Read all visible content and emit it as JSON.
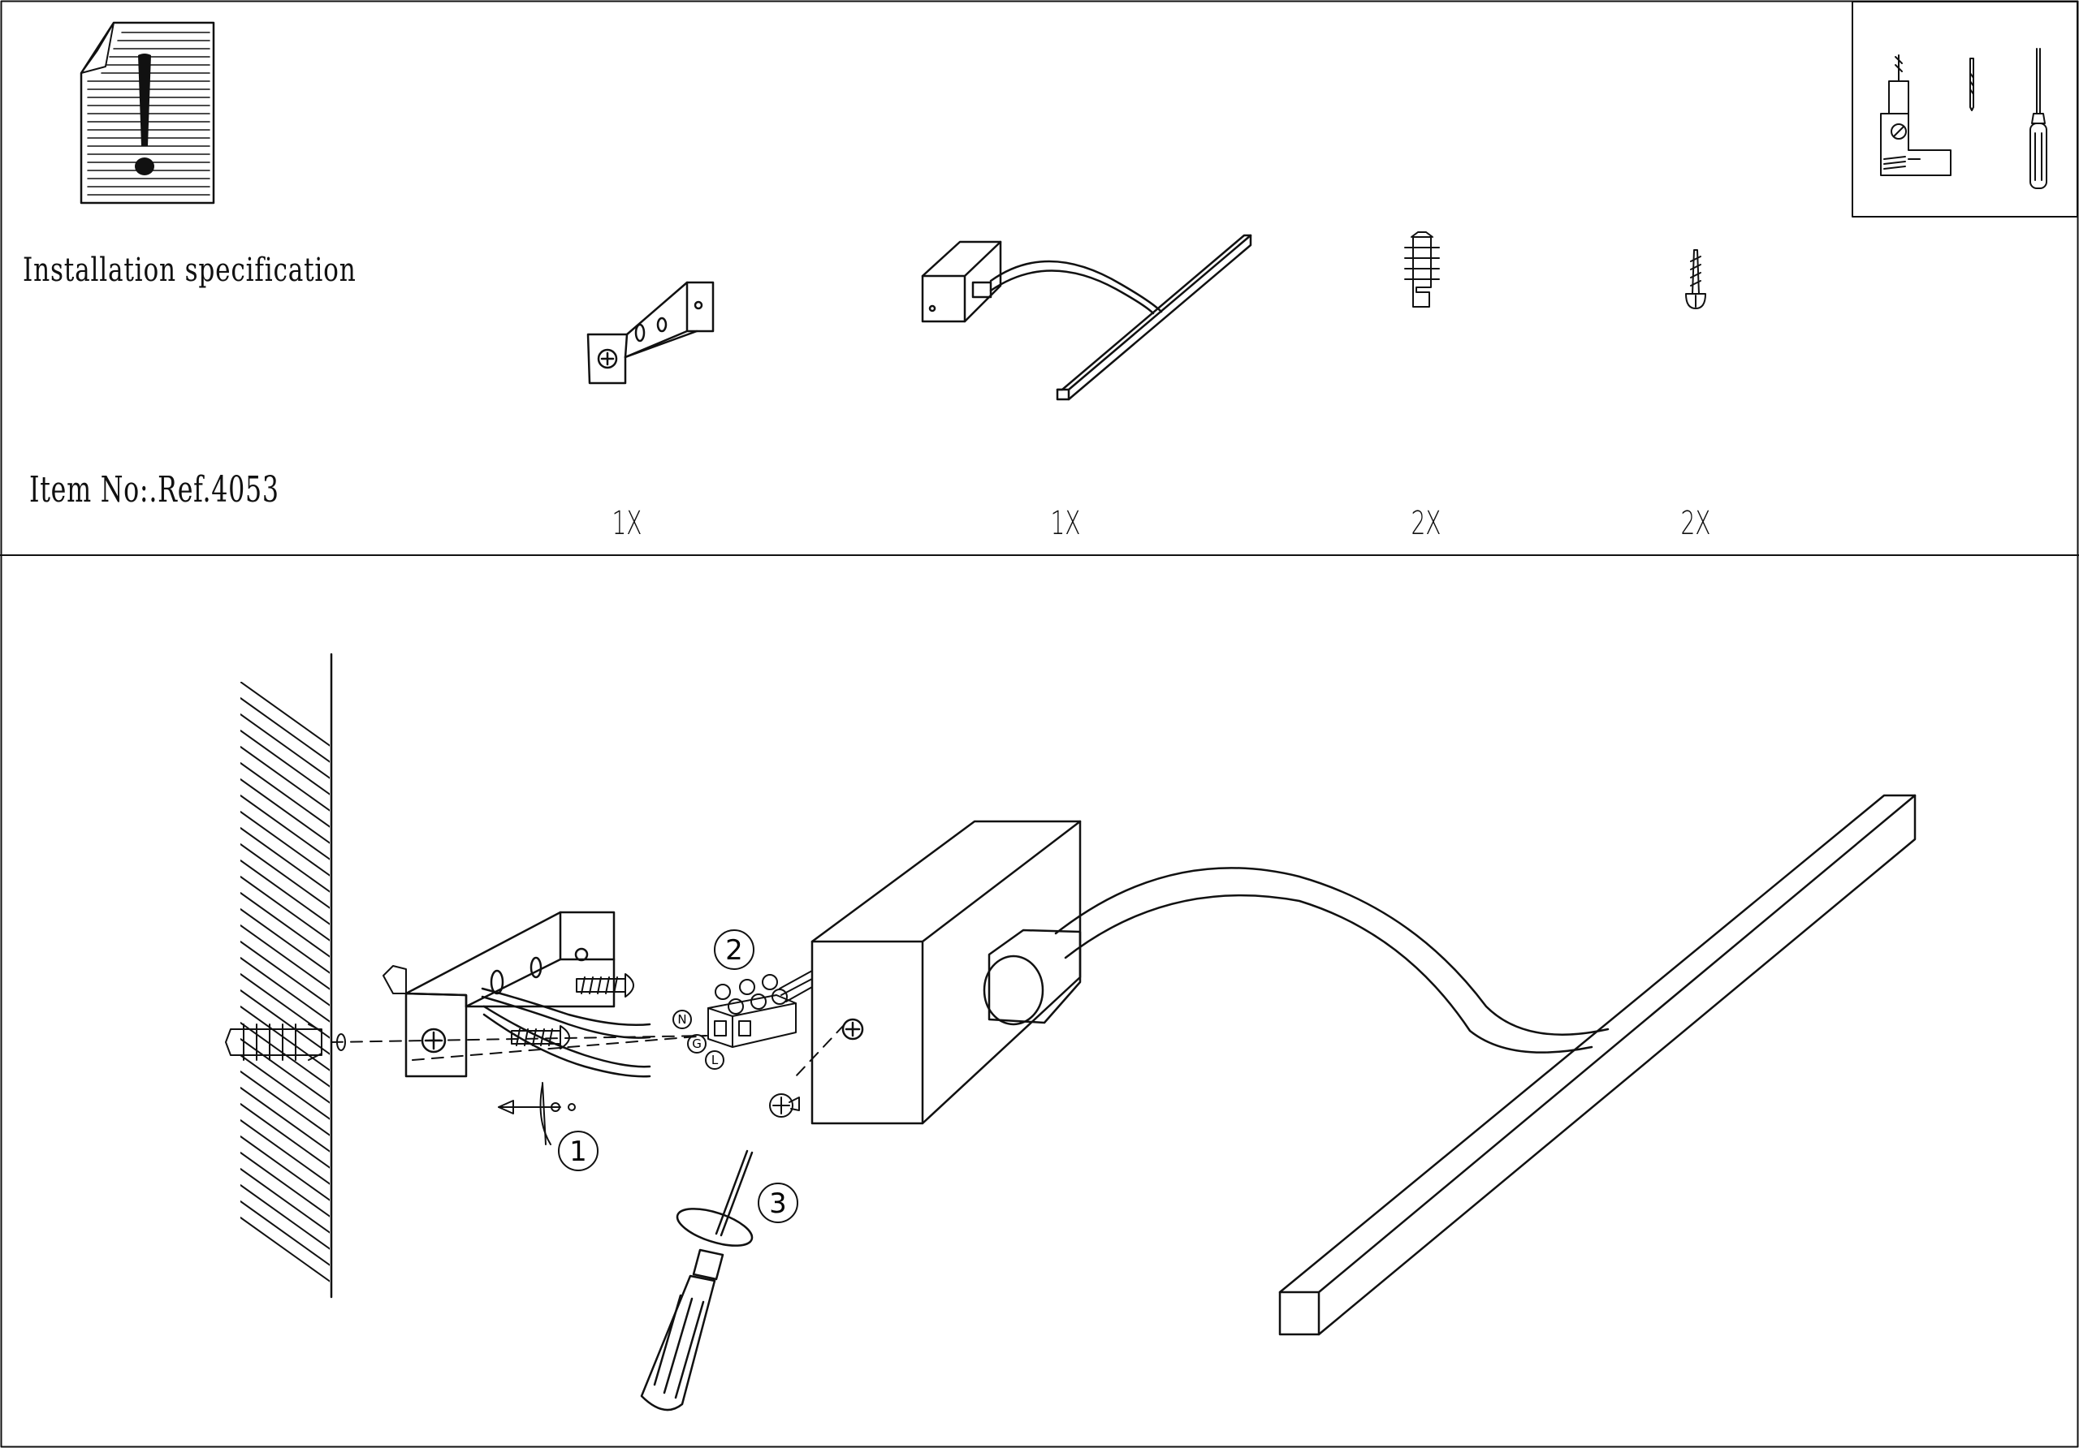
{
  "header": {
    "title": "Installation specification",
    "item_no": "Item No:.Ref.4053"
  },
  "parts": [
    {
      "icon": "bracket-icon",
      "qty": "1X"
    },
    {
      "icon": "lamp-icon",
      "qty": "1X"
    },
    {
      "icon": "wall-plug-icon",
      "qty": "2X"
    },
    {
      "icon": "screw-icon",
      "qty": "2X"
    }
  ],
  "tools": [
    "drill-icon",
    "drill-bit-icon",
    "screwdriver-icon"
  ],
  "steps": [
    "1",
    "2",
    "3"
  ],
  "terminals": [
    "N",
    "G",
    "L"
  ]
}
